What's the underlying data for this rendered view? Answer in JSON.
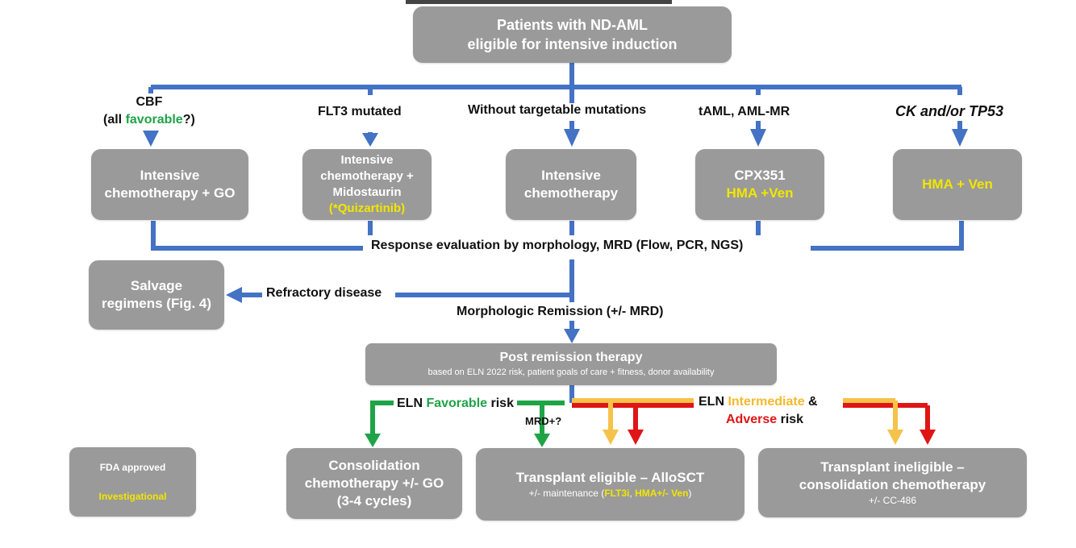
{
  "root": {
    "line1": "Patients with ND-AML",
    "line2": "eligible for intensive induction"
  },
  "branches": {
    "cbf": {
      "label1": "CBF",
      "label2_pre": "(all ",
      "label2_fav": "favorable",
      "label2_post": "?)",
      "box_line1": "Intensive",
      "box_line2": "chemotherapy + GO"
    },
    "flt3": {
      "label": "FLT3 mutated",
      "box_line1": "Intensive",
      "box_line2": "chemotherapy +",
      "box_line3": "Midostaurin",
      "box_line4": "(*Quizartinib)"
    },
    "without": {
      "label": "Without targetable mutations",
      "box_line1": "Intensive",
      "box_line2": "chemotherapy"
    },
    "taml": {
      "label": "tAML, AML-MR",
      "box_line1": "CPX351",
      "box_line2": "HMA +Ven"
    },
    "ck": {
      "label": "CK and/or TP53",
      "box_line1": "HMA + Ven"
    }
  },
  "response_label": "Response evaluation by morphology, MRD (Flow, PCR, NGS)",
  "salvage": {
    "line1": "Salvage",
    "line2": "regimens (Fig. 4)"
  },
  "refractory_label": "Refractory disease",
  "remission_label": "Morphologic Remission (+/- MRD)",
  "post_remission": {
    "title": "Post remission therapy",
    "subtitle": "based on ELN 2022 risk,  patient goals of care + fitness, donor availability"
  },
  "eln_favorable": {
    "pre": "ELN ",
    "fav": "Favorable",
    "post": " risk"
  },
  "mrd_plus": "MRD+?",
  "eln_int_adv": {
    "pre": "ELN ",
    "intermediate": "Intermediate",
    "amp": " &",
    "adverse": "Adverse",
    "risk": " risk"
  },
  "consolidation": {
    "line1": "Consolidation",
    "line2": "chemotherapy +/- GO",
    "line3": "(3-4 cycles)"
  },
  "transplant_eligible": {
    "title": "Transplant eligible – AlloSCT",
    "sub_pre": "+/- maintenance (",
    "sub_flt3i": "FLT3i",
    "sub_sep": ", ",
    "sub_hma": "HMA+/- Ven",
    "sub_post": ")"
  },
  "transplant_ineligible": {
    "line1": "Transplant ineligible –",
    "line2": "consolidation chemotherapy",
    "line3": "+/- CC-486"
  },
  "legend": {
    "approved": "FDA approved",
    "investigational": "Investigational"
  },
  "colors": {
    "blue": "#4472c4",
    "green": "#1fa347",
    "red": "#e01515",
    "orange": "#f5c24a",
    "yellow_text": "#f2e600",
    "box": "#9a9a9a"
  }
}
